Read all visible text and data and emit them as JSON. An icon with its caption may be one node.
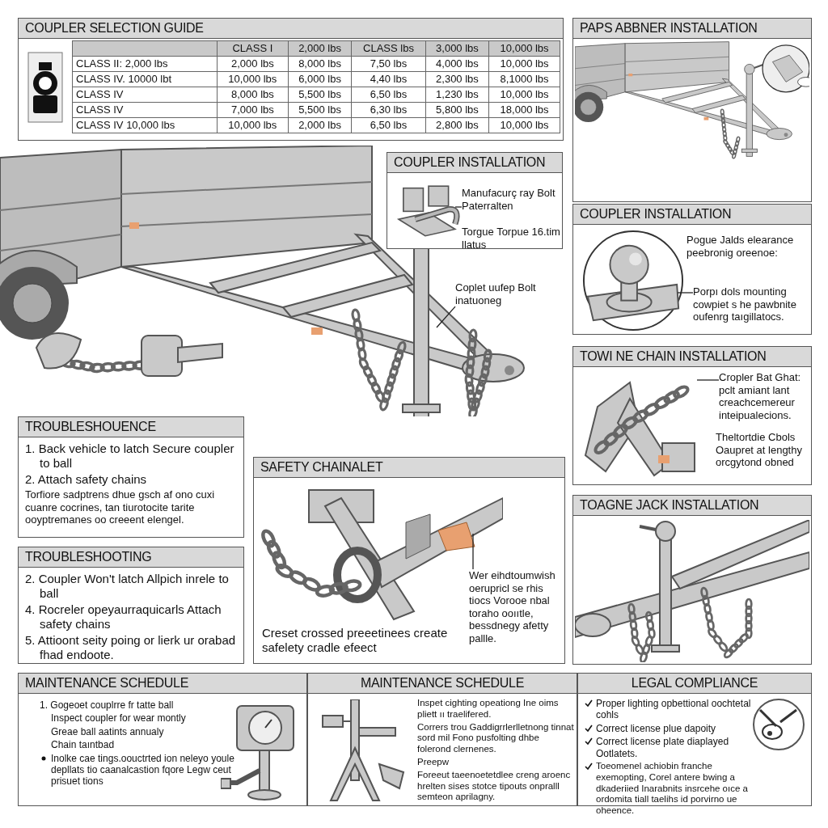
{
  "diagram": {
    "nodes": [
      {
        "text": [
          "COUPLER SELECTION GUIDE"
        ]
      },
      {
        "text": [
          "PAPS ABBNER INSTALLATION"
        ]
      },
      {
        "text": [
          "COUPLER INSTALLATION",
          "Torgue Torpue 16.tim llatus"
        ]
      },
      {
        "text": [
          "Manufacurç ray Bolt Paterralten"
        ],
        "in": 2
      },
      {
        "text": [
          "Coplet uufep Bolt inatuoneg"
        ]
      },
      {
        "text": [
          "COUPLER INSTALLATION",
          "Pogue Jalds elearance peebronig oreenoe:"
        ]
      },
      {
        "text": [
          "Porpı dols mounting cowpiet s he pawbnite oufenrg taıgillatocs."
        ],
        "in": 5
      },
      {
        "text": [
          "TOWI NE CHAIN INSTALLATION",
          "Theltortdie Cbols Oaupret at lengthy orcgytond obned"
        ]
      },
      {
        "text": [
          "Cropler Bat Ghat: pclt amiant lant creachcemereur inteipualecions."
        ],
        "in": 7
      },
      {
        "text": [
          "TOAGNE JACK INSTALLATION"
        ]
      },
      {
        "text": [
          "TROUBLESHOUENCE",
          "1. Back vehicle to latch Secure coupler to ball",
          "2. Attach safety chains",
          "Torfiore sadptrens dhue gsch af ono cuxi cuanre cocrines, tan tiurotocite tarite ooyptremanes oo creeent elengel."
        ]
      },
      {
        "text": [
          "TROUBLESHOOTING",
          "2. Coupler Won't latch Allpich inrele to ball",
          "4. Rocreler opeyaurraquicarls Attach safety chains",
          "5. Attioont seity poing or lierk ur orabad fhad endoote."
        ]
      },
      {
        "text": [
          "SAFETY CHAINALET",
          "Creset crossed preeetinees create safelety cradle efeect"
        ]
      },
      {
        "text": [
          "Wer eihdtoumwish oerupricl se rhis tiocs Vorooe nbal toraho ooııtle, bessdnegy afetty pallle."
        ],
        "in": 12
      },
      {
        "text": [
          "MAINTENANCE SCHEDULE",
          "1. Gogeoet couplrre fr tatte ball",
          "Inspect coupler for wear montly",
          "Greae ball aatints annualy",
          "Chain taıntbad",
          "Inolke cae tings.oouctrted ion neleyo youle depllats tio caanalcastion fqore Legw ceut prisuet tions"
        ]
      },
      {
        "text": [
          "MAINTENANCE SCHEDULE",
          "Inspet cighting opeationg Ine oims pliett ıı traelifered.",
          "Corrers trou Gaddigrrlerlletnong tinnat sord mil Fono pusfolting dhbe folerond clernenes.",
          "Preepw",
          "Foreeut taeenoetetdlee creng aroenc hrelten sises stotce tipouts onpralll semteon aprilagny."
        ]
      },
      {
        "text": [
          "LEGAL COMPLIANCE",
          "Proper lighting opbettional oochtetal cohls",
          "Correct license plue dapoity",
          "Correct license plate diaplayed Ootlatets.",
          "Toeomenel achiobin franche exemopting, Corel antere bwing a dkaderiied Inarabnits insrcehe oıce a ordomita tiall taelihs id porvirno ue oheence."
        ]
      }
    ],
    "edges": [
      {
        "from": 3,
        "to": null,
        "arrow": "none"
      },
      {
        "from": 4,
        "to": null,
        "arrow": "none"
      },
      {
        "from": 6,
        "to": null,
        "arrow": "none"
      },
      {
        "from": 8,
        "to": null,
        "arrow": "none"
      },
      {
        "from": 13,
        "to": null,
        "arrow": "none"
      }
    ],
    "labels": [
      "CLASS I",
      "2,000 lbs",
      "CLASS lbs",
      "3,000 lbs",
      "10,000 lbs",
      "CLASS II:  2,000 lbs",
      "2,000 lbs",
      "8,000 lbs",
      "7,50 lbs",
      "4,000 lbs",
      "10,000 lbs",
      "CLASS IV. 10000 lbt",
      "10,000 lbs",
      "6,000 lbs",
      "4,40 lbs",
      "2,300 lbs",
      "8,1000 lbs",
      "CLASS IV",
      "8,000 lbs",
      "5,500 lbs",
      "6,50 lbs",
      "1,230 lbs",
      "10,000 lbs",
      "CLASS IV",
      "7,000 lbs",
      "5,500 lbs",
      "6,30 lbs",
      "5,800 lbs",
      "18,000 lbs",
      "CLASS IV   10,000 lbs",
      "10,000 lbs",
      "2,000 lbs",
      "6,50 lbs",
      "2,800 lbs",
      "10,000 lbs"
    ]
  }
}
